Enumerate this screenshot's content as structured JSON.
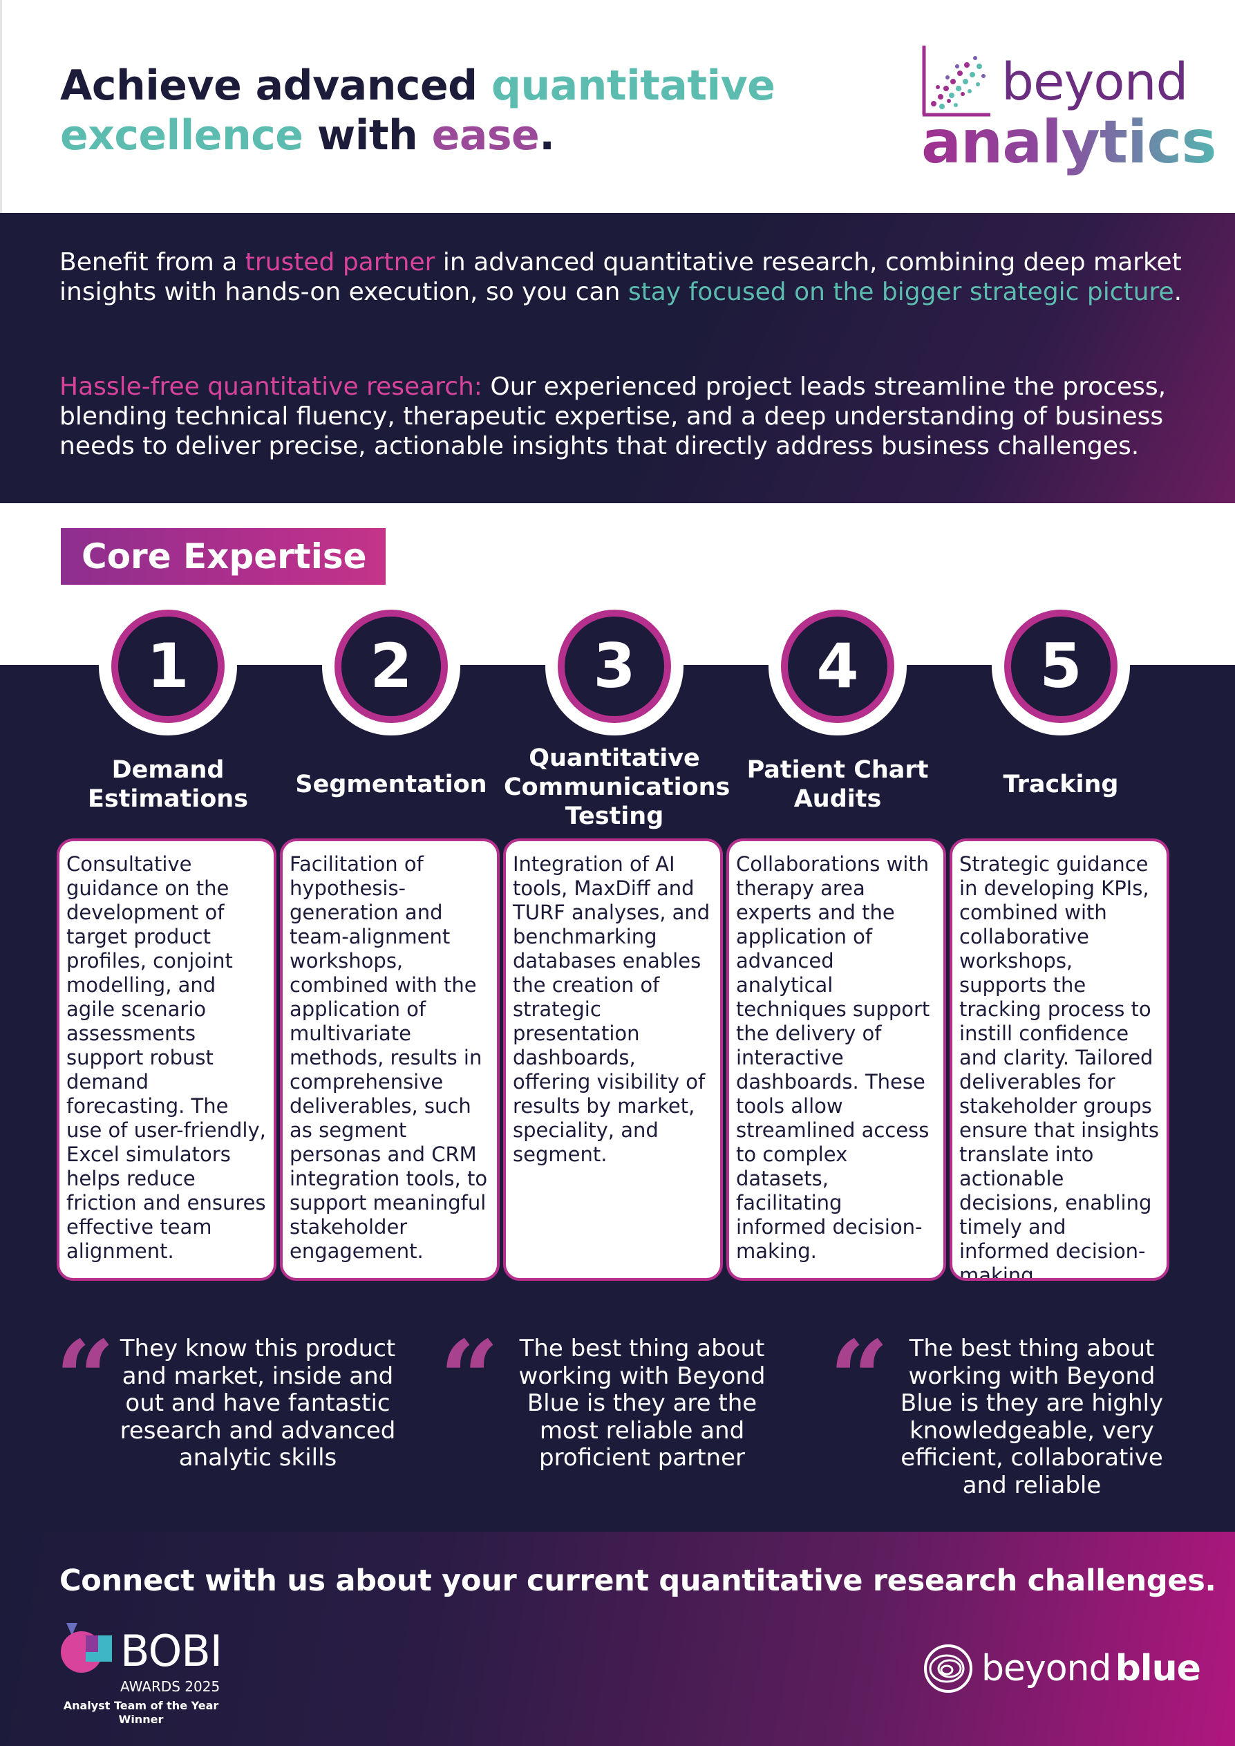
{
  "header": {
    "headline_line1_a": "Achieve advanced ",
    "headline_line1_b": "quantitative",
    "headline_line2_a": "excellence",
    "headline_line2_b": " with ",
    "headline_line2_c": "ease",
    "headline_line2_d": ".",
    "logo_top": "beyond",
    "logo_bottom": "analytics"
  },
  "intro": {
    "p1_a": "Benefit from a ",
    "p1_b": "trusted partner",
    "p1_c": " in advanced quantitative research, combining deep market insights with hands-on execution, so you can ",
    "p1_d": "stay focused on the bigger strategic picture",
    "p1_e": ".",
    "p2_a": "Hassle-free quantitative research:",
    "p2_b": " Our experienced project leads streamline the process, blending technical fluency, therapeutic expertise, and a deep understanding of business needs to deliver precise, actionable insights that directly address business challenges."
  },
  "core": {
    "heading": "Core Expertise",
    "items": [
      {
        "number": "1",
        "title": "Demand Estimations",
        "body": "Consultative guidance on the development of target product profiles, conjoint modelling, and agile scenario assessments support robust demand forecasting. The use of user-friendly, Excel simulators helps reduce friction and ensures effective team alignment."
      },
      {
        "number": "2",
        "title": "Segmentation",
        "body": "Facilitation of hypothesis-generation and team-alignment workshops, combined with the application of multivariate methods, results in comprehensive deliverables, such as segment personas and CRM integration tools, to support meaningful stakeholder engagement."
      },
      {
        "number": "3",
        "title": "Quantitative Communications Testing",
        "body": "Integration of AI tools, MaxDiff and TURF analyses, and benchmarking databases enables the creation of strategic presentation dashboards, offering visibility of results by market, speciality, and segment."
      },
      {
        "number": "4",
        "title": "Patient Chart Audits",
        "body": "Collaborations with therapy area experts and the application of advanced analytical techniques support the delivery of interactive dashboards. These tools allow streamlined access to complex datasets, facilitating informed decision-making."
      },
      {
        "number": "5",
        "title": "Tracking",
        "body": "Strategic guidance in developing KPIs, combined with collaborative workshops, supports the tracking process to instill confidence and clarity. Tailored deliverables for stakeholder groups ensure that insights translate into actionable decisions, enabling timely and informed decision-making."
      }
    ]
  },
  "quotes": [
    {
      "mark": "“",
      "text": "They know this product and market, inside and out and have fantastic research and advanced analytic skills"
    },
    {
      "mark": "“",
      "text": "The best thing about working with Beyond Blue is they are the most reliable and proficient partner"
    },
    {
      "mark": "“",
      "text": "The best thing about working with Beyond Blue is they are highly knowledgeable, very efficient, collaborative and reliable"
    }
  ],
  "footer": {
    "cta": "Connect with us about your current quantitative research challenges.",
    "bobi_word": "BOBI",
    "bobi_year": "AWARDS 2025",
    "bobi_category": "Analyst Team of the Year",
    "bobi_result": "Winner",
    "brand_light": "beyond",
    "brand_bold": "blue"
  },
  "colors": {
    "navy": "#1c1b3a",
    "teal": "#5cbcb0",
    "magenta": "#c42f8a",
    "purple": "#9a4a98",
    "ring": "#b52f8c"
  }
}
